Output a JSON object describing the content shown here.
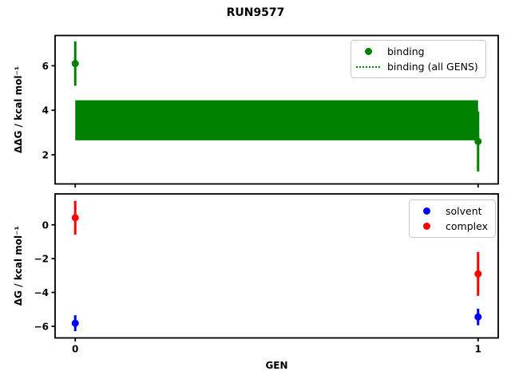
{
  "title": "RUN9577",
  "chart_data": [
    {
      "type": "scatter",
      "subplot": "top",
      "ylabel": "ΔΔG / kcal mol⁻¹",
      "xlabel": "",
      "ylim": [
        0.69,
        7.36
      ],
      "xlim": [
        -0.05,
        1.05
      ],
      "yticks": [
        2,
        4,
        6
      ],
      "xticks": [
        0,
        1
      ],
      "show_xtick_labels": false,
      "grid": false,
      "series": [
        {
          "name": "binding",
          "color": "#008000",
          "marker": "circle",
          "x": [
            0,
            1
          ],
          "y": [
            6.1,
            2.6
          ],
          "yerr": [
            1.0,
            1.35
          ]
        }
      ],
      "band": {
        "label": "binding (all GENS)",
        "color": "#008000",
        "linestyle": "dotted",
        "x_start": 0,
        "x_end": 1,
        "y_low": 2.65,
        "y_high": 4.45,
        "y_mean": 3.55
      },
      "legend": {
        "position": "upper right",
        "entries": [
          {
            "label": "binding",
            "marker": "circle",
            "color": "#008000"
          },
          {
            "label": "binding (all GENS)",
            "marker": "dotted-line",
            "color": "#008000"
          }
        ]
      }
    },
    {
      "type": "scatter",
      "subplot": "bottom",
      "ylabel": "ΔG / kcal mol⁻¹",
      "xlabel": "GEN",
      "ylim": [
        -6.69,
        1.83
      ],
      "xlim": [
        -0.05,
        1.05
      ],
      "yticks": [
        0,
        -2,
        -4,
        -6
      ],
      "xticks": [
        0,
        1
      ],
      "show_xtick_labels": true,
      "grid": false,
      "series": [
        {
          "name": "solvent",
          "color": "#0000ff",
          "marker": "circle",
          "x": [
            0,
            1
          ],
          "y": [
            -5.82,
            -5.45
          ],
          "yerr": [
            0.47,
            0.49
          ]
        },
        {
          "name": "complex",
          "color": "#ff0000",
          "marker": "circle",
          "x": [
            0,
            1
          ],
          "y": [
            0.42,
            -2.9
          ],
          "yerr": [
            1.0,
            1.3
          ]
        }
      ],
      "legend": {
        "position": "upper right",
        "entries": [
          {
            "label": "solvent",
            "marker": "circle",
            "color": "#0000ff"
          },
          {
            "label": "complex",
            "marker": "circle",
            "color": "#ff0000"
          }
        ]
      }
    }
  ],
  "style": {
    "axis_color": "#000000",
    "background": "#ffffff",
    "errorbar_linewidth": 3,
    "marker_radius": 4.5
  }
}
